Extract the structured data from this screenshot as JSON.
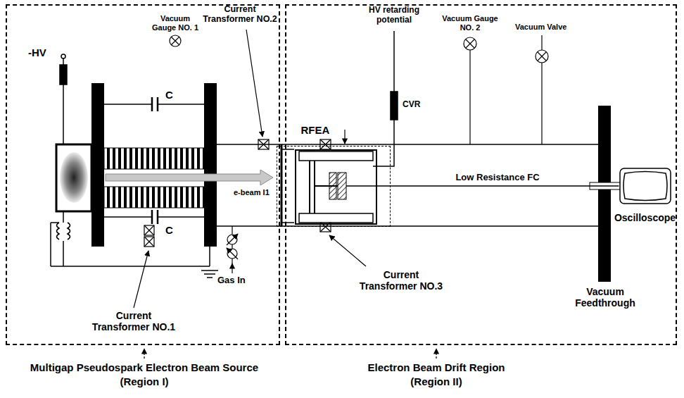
{
  "diagram": {
    "nodes": [
      {
        "text": [
          "Multigap Pseudospark Electron Beam Source (Region I)"
        ]
      },
      {
        "text": [
          "Electron Beam Drift Region (Region II)"
        ]
      },
      {
        "text": [
          "RFEA"
        ],
        "in": 1
      },
      {
        "text": [
          "Oscilloscope"
        ],
        "in": 1
      }
    ],
    "edges": [
      {
        "from": 2,
        "to": 3,
        "arrow": "none",
        "label": "Low Resistance FC"
      }
    ],
    "labels": [
      "-HV",
      "C",
      "C",
      "Current Transformer NO.2",
      "Vacuum Gauge NO. 1",
      "e-beam I1",
      "Current Transformer NO.1",
      "Gas In",
      "HV retarding potential",
      "CVR",
      "Vacuum Gauge NO. 2",
      "Vacuum Valve",
      "Current Transformer NO.3",
      "Vacuum Feedthrough"
    ]
  }
}
